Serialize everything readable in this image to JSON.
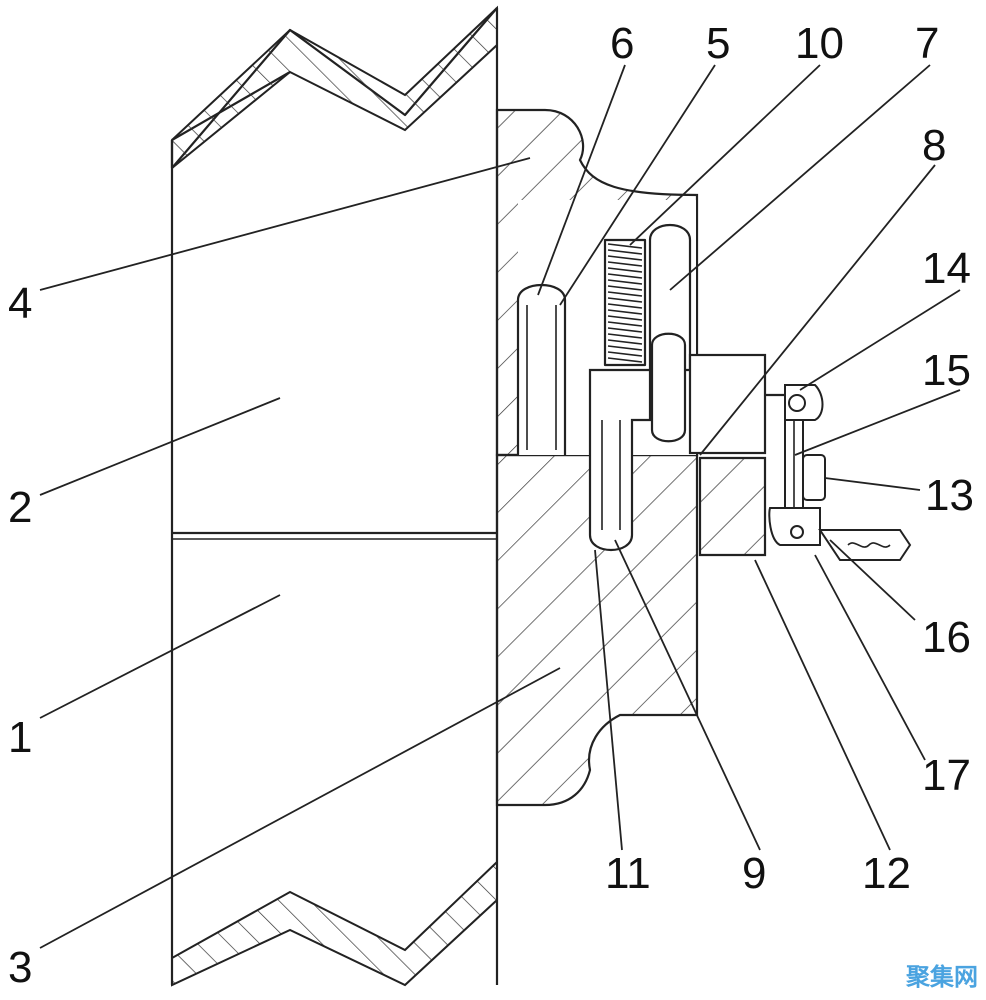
{
  "labels": {
    "l1": "1",
    "l2": "2",
    "l3": "3",
    "l4": "4",
    "l5": "5",
    "l6": "6",
    "l7": "7",
    "l8": "8",
    "l9": "9",
    "l10": "10",
    "l11": "11",
    "l12": "12",
    "l13": "13",
    "l14": "14",
    "l15": "15",
    "l16": "16",
    "l17": "17"
  },
  "watermark": "聚集网"
}
